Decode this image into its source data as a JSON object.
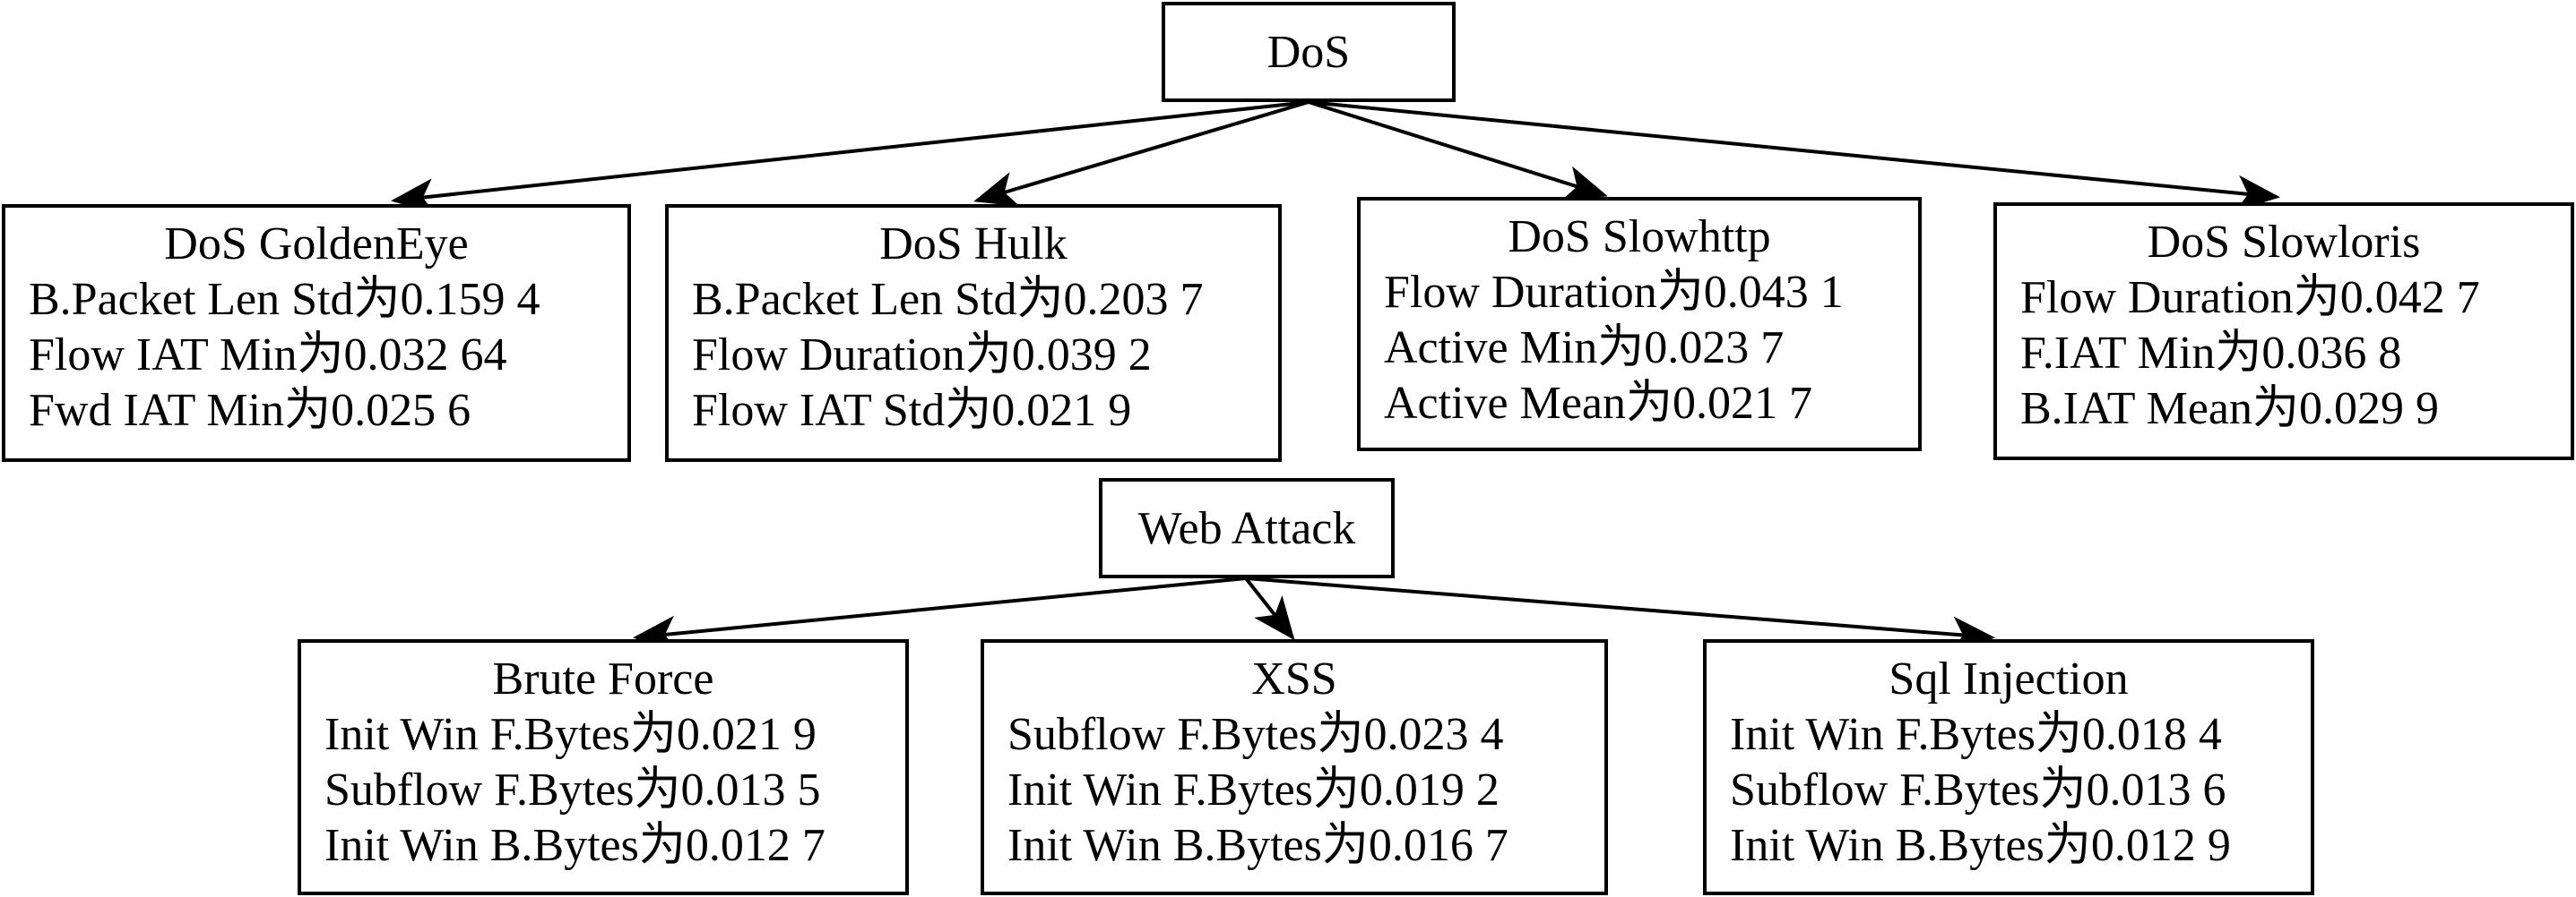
{
  "dos": {
    "title": "DoS",
    "goldeneye": {
      "title": "DoS GoldenEye",
      "lines": [
        "B.Packet Len Std为0.159 4",
        "Flow IAT Min为0.032 64",
        "Fwd IAT Min为0.025 6"
      ]
    },
    "hulk": {
      "title": "DoS Hulk",
      "lines": [
        "B.Packet Len Std为0.203 7",
        "Flow Duration为0.039 2",
        "Flow IAT Std为0.021 9"
      ]
    },
    "slowhttp": {
      "title": "DoS Slowhttp",
      "lines": [
        "Flow Duration为0.043 1",
        "Active Min为0.023 7",
        "Active Mean为0.021 7"
      ]
    },
    "slowloris": {
      "title": "DoS Slowloris",
      "lines": [
        "Flow Duration为0.042 7",
        "F.IAT Min为0.036 8",
        "B.IAT Mean为0.029 9"
      ]
    }
  },
  "web": {
    "title": "Web Attack",
    "brute_force": {
      "title": "Brute Force",
      "lines": [
        "Init Win F.Bytes为0.021 9",
        "Subflow F.Bytes为0.013 5",
        "Init Win B.Bytes为0.012 7"
      ]
    },
    "xss": {
      "title": "XSS",
      "lines": [
        "Subflow F.Bytes为0.023 4",
        "Init Win F.Bytes为0.019 2",
        "Init Win B.Bytes为0.016 7"
      ]
    },
    "sql_injection": {
      "title": "Sql Injection",
      "lines": [
        "Init Win F.Bytes为0.018 4",
        "Subflow F.Bytes为0.013 6",
        "Init Win B.Bytes为0.012 9"
      ]
    }
  }
}
